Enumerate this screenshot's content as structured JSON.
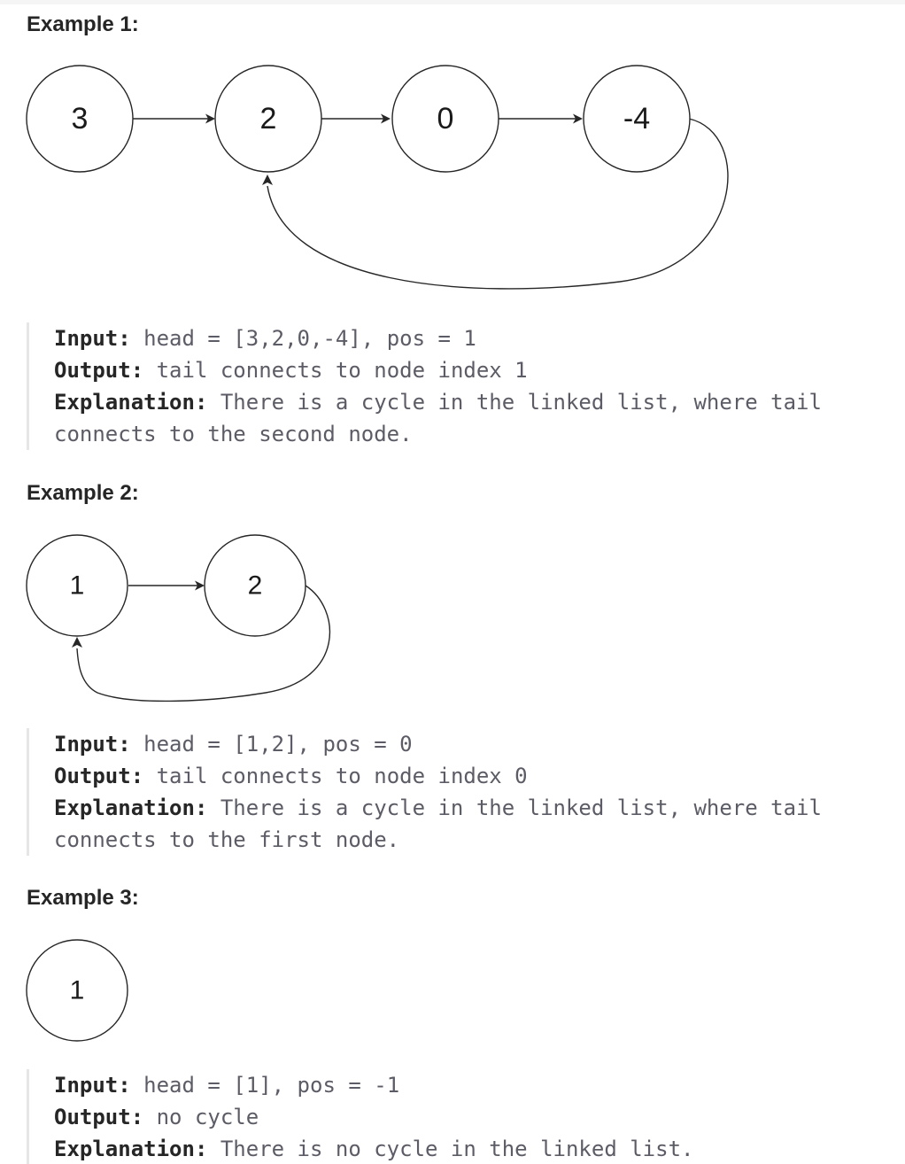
{
  "examples": [
    {
      "heading": "Example 1:",
      "nodes": [
        "3",
        "2",
        "0",
        "-4"
      ],
      "input_label": "Input:",
      "input_value": " head = [3,2,0,-4], pos = 1",
      "output_label": "Output:",
      "output_value": " tail connects to node index 1",
      "explanation_label": "Explanation:",
      "explanation_line1": " There is a cycle in the linked list, where tail",
      "explanation_line2": "connects to the second node."
    },
    {
      "heading": "Example 2:",
      "nodes": [
        "1",
        "2"
      ],
      "input_label": "Input:",
      "input_value": " head = [1,2], pos = 0",
      "output_label": "Output:",
      "output_value": " tail connects to node index 0",
      "explanation_label": "Explanation:",
      "explanation_line1": " There is a cycle in the linked list, where tail",
      "explanation_line2": "connects to the first node."
    },
    {
      "heading": "Example 3:",
      "nodes": [
        "1"
      ],
      "input_label": "Input:",
      "input_value": " head = [1], pos = -1",
      "output_label": "Output:",
      "output_value": " no cycle",
      "explanation_label": "Explanation:",
      "explanation_line1": " There is no cycle in the linked list.",
      "explanation_line2": ""
    }
  ]
}
